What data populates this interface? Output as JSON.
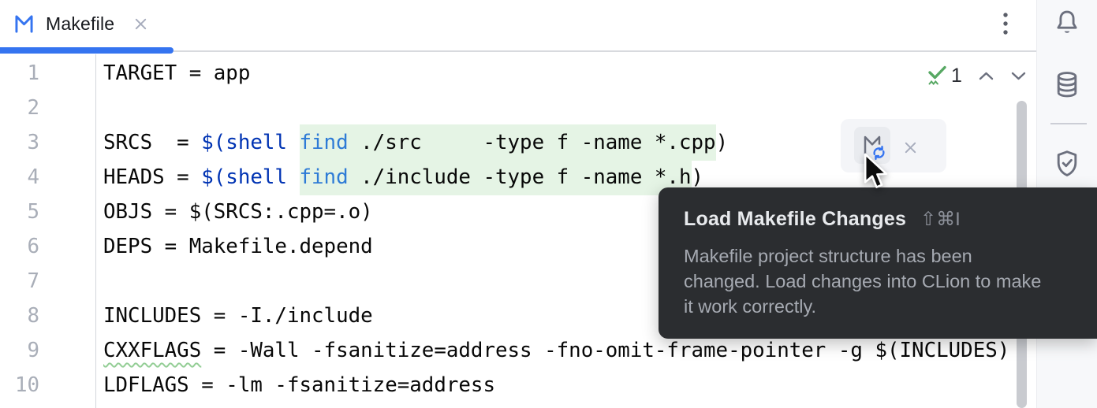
{
  "tab": {
    "title": "Makefile",
    "icon": "makefile-m-icon",
    "close_icon": "close-icon"
  },
  "tabbar": {
    "menu_icon": "kebab-menu-icon"
  },
  "progress": {
    "state": "indeterminate-loading"
  },
  "editor": {
    "inspections": {
      "count": "1",
      "icon": "inspection-ok-typos-icon",
      "prev_icon": "chevron-up-icon",
      "next_icon": "chevron-down-icon"
    },
    "lines": [
      {
        "num": "1",
        "segs": [
          {
            "t": "TARGET = app"
          }
        ]
      },
      {
        "num": "2",
        "segs": []
      },
      {
        "num": "3",
        "segs": [
          {
            "t": "SRCS  = "
          },
          {
            "t": "$(shell",
            "c": "kw"
          },
          {
            "t": " "
          },
          {
            "t": "find",
            "c": "fn",
            "hl": true
          },
          {
            "t": " ./src     -type f -name *.cpp",
            "hl": true
          },
          {
            "t": ")"
          }
        ]
      },
      {
        "num": "4",
        "segs": [
          {
            "t": "HEADS = "
          },
          {
            "t": "$(shell",
            "c": "kw"
          },
          {
            "t": " "
          },
          {
            "t": "find",
            "c": "fn",
            "hl": true
          },
          {
            "t": " ./include -type f -name *.h",
            "hl": true
          },
          {
            "t": ")"
          }
        ]
      },
      {
        "num": "5",
        "segs": [
          {
            "t": "OBJS = $(SRCS:.cpp=.o)"
          }
        ]
      },
      {
        "num": "6",
        "segs": [
          {
            "t": "DEPS = Makefile.depend"
          }
        ]
      },
      {
        "num": "7",
        "segs": []
      },
      {
        "num": "8",
        "segs": [
          {
            "t": "INCLUDES = -I./include"
          }
        ]
      },
      {
        "num": "9",
        "segs": [
          {
            "t": "CXXFLAGS",
            "sq": true
          },
          {
            "t": " = -Wall -fsanitize=address -fno-omit-frame-pointer -g $(INCLUDES)"
          }
        ]
      },
      {
        "num": "10",
        "segs": [
          {
            "t": "LDFLAGS = -lm -fsanitize=address"
          }
        ]
      }
    ]
  },
  "reload_widget": {
    "reload_icon": "makefile-reload-icon",
    "close_icon": "close-icon"
  },
  "tooltip": {
    "title": "Load Makefile Changes",
    "shortcut": "⇧⌘I",
    "body_lines": [
      "Makefile project structure has been",
      "changed. Load changes into CLion to make",
      "it work correctly."
    ]
  },
  "sidebar": {
    "icons": [
      {
        "name": "notifications-bell-icon"
      },
      {
        "name": "database-icon"
      },
      {
        "name": "shield-check-icon"
      }
    ]
  },
  "colors": {
    "accent_blue": "#3574F0",
    "keyword_blue": "#0033B3",
    "function_blue": "#2E7BD6",
    "highlight_green": "#e5f4e5",
    "squiggle_green": "#94ce96",
    "inspection_green": "#57A863",
    "tooltip_bg": "#2b2d30",
    "icon_gray": "#6c707e"
  }
}
